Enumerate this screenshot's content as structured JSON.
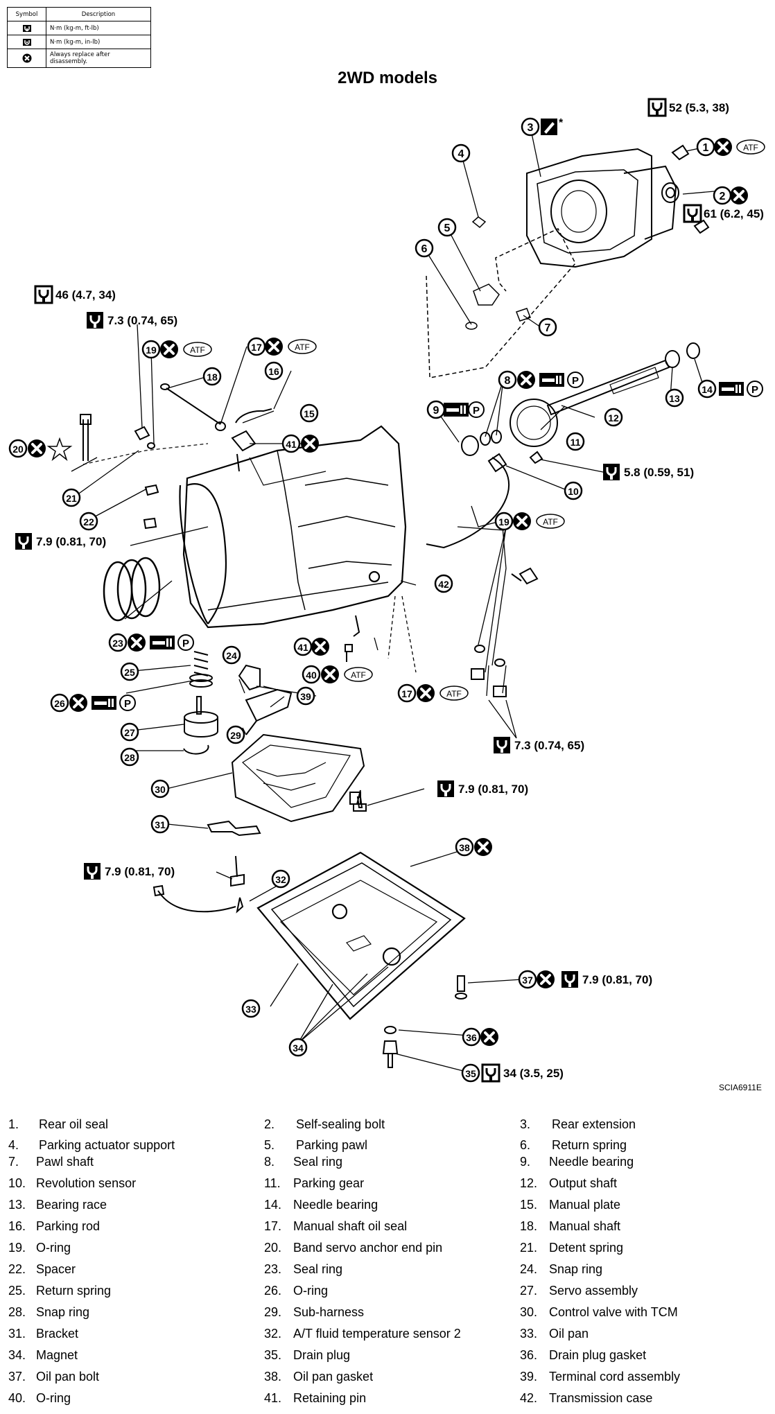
{
  "legend": {
    "header": {
      "symbol": "Symbol",
      "description": "Description"
    },
    "rows": [
      {
        "icon": "torque-wrench-icon",
        "description": "N·m (kg-m, ft-lb)"
      },
      {
        "icon": "torque-wrench-inlb-icon",
        "description": "N·m (kg-m, in-lb)"
      },
      {
        "icon": "replace-x-icon",
        "description": "Always replace after disassembly."
      }
    ]
  },
  "title": "2WD models",
  "figure_code": "SCIA6911E",
  "callouts": {
    "c1": "1",
    "c2": "2",
    "c3": "3",
    "c4": "4",
    "c5": "5",
    "c6": "6",
    "c7": "7",
    "c8": "8",
    "c9": "9",
    "c10": "10",
    "c11": "11",
    "c12": "12",
    "c13": "13",
    "c14": "14",
    "c15": "15",
    "c16": "16",
    "c17": "17",
    "c18": "18",
    "c19": "19",
    "c20": "20",
    "c21": "21",
    "c22": "22",
    "c23": "23",
    "c24": "24",
    "c25": "25",
    "c26": "26",
    "c27": "27",
    "c28": "28",
    "c29": "29",
    "c30": "30",
    "c31": "31",
    "c32": "32",
    "c33": "33",
    "c34": "34",
    "c35": "35",
    "c36": "36",
    "c37": "37",
    "c38": "38",
    "c39": "39",
    "c40": "40",
    "c41": "41",
    "c42": "42"
  },
  "torques": {
    "t52": "52  (5.3,  38)",
    "t61": "61 (6.2, 45)",
    "t46": "46  (4.7,  34)",
    "t73": "7.3  (0.74,  65)",
    "t58": "5.8  (0.59,  51)",
    "t79": "7.9  (0.81,  70)",
    "t34": "34  (3.5,  25)"
  },
  "marks": {
    "atf": "ATF",
    "p": "P",
    "star_note": "*"
  },
  "parts": [
    {
      "num": "1.",
      "name": "Rear oil seal"
    },
    {
      "num": "2.",
      "name": "Self-sealing bolt"
    },
    {
      "num": "3.",
      "name": "Rear extension"
    },
    {
      "num": "4.",
      "name": "Parking actuator support"
    },
    {
      "num": "5.",
      "name": "Parking pawl"
    },
    {
      "num": "6.",
      "name": "Return spring"
    },
    {
      "num": "7.",
      "name": "Pawl shaft"
    },
    {
      "num": "8.",
      "name": "Seal ring"
    },
    {
      "num": "9.",
      "name": "Needle bearing"
    },
    {
      "num": "10.",
      "name": "Revolution sensor"
    },
    {
      "num": "11.",
      "name": "Parking gear"
    },
    {
      "num": "12.",
      "name": "Output shaft"
    },
    {
      "num": "13.",
      "name": "Bearing race"
    },
    {
      "num": "14.",
      "name": "Needle bearing"
    },
    {
      "num": "15.",
      "name": "Manual plate"
    },
    {
      "num": "16.",
      "name": "Parking rod"
    },
    {
      "num": "17.",
      "name": "Manual shaft oil seal"
    },
    {
      "num": "18.",
      "name": "Manual shaft"
    },
    {
      "num": "19.",
      "name": "O-ring"
    },
    {
      "num": "20.",
      "name": "Band servo anchor end pin"
    },
    {
      "num": "21.",
      "name": "Detent spring"
    },
    {
      "num": "22.",
      "name": "Spacer"
    },
    {
      "num": "23.",
      "name": "Seal ring"
    },
    {
      "num": "24.",
      "name": "Snap ring"
    },
    {
      "num": "25.",
      "name": "Return spring"
    },
    {
      "num": "26.",
      "name": "O-ring"
    },
    {
      "num": "27.",
      "name": "Servo assembly"
    },
    {
      "num": "28.",
      "name": "Snap ring"
    },
    {
      "num": "29.",
      "name": "Sub-harness"
    },
    {
      "num": "30.",
      "name": "Control valve with TCM"
    },
    {
      "num": "31.",
      "name": "Bracket"
    },
    {
      "num": "32.",
      "name": "A/T fluid temperature sensor 2"
    },
    {
      "num": "33.",
      "name": "Oil pan"
    },
    {
      "num": "34.",
      "name": "Magnet"
    },
    {
      "num": "35.",
      "name": "Drain plug"
    },
    {
      "num": "36.",
      "name": "Drain plug gasket"
    },
    {
      "num": "37.",
      "name": "Oil pan bolt"
    },
    {
      "num": "38.",
      "name": "Oil pan gasket"
    },
    {
      "num": "39.",
      "name": "Terminal cord assembly"
    },
    {
      "num": "40.",
      "name": "O-ring"
    },
    {
      "num": "41.",
      "name": "Retaining pin"
    },
    {
      "num": "42.",
      "name": "Transmission case"
    }
  ]
}
